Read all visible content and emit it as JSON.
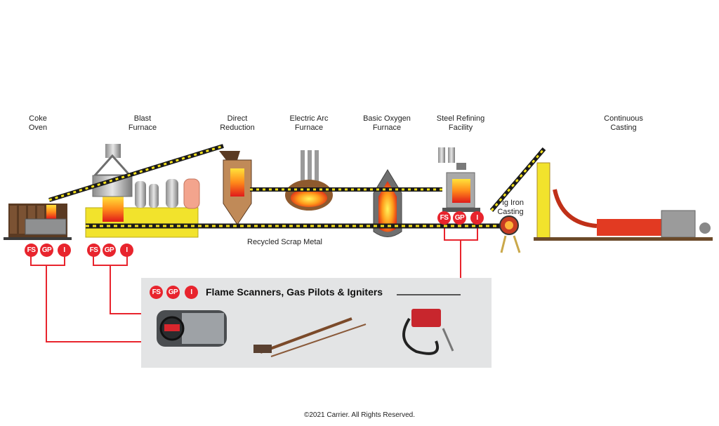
{
  "stages": [
    {
      "id": "coke-oven",
      "lines": [
        "Coke",
        "Oven"
      ]
    },
    {
      "id": "blast-furnace",
      "lines": [
        "Blast",
        "Furnace"
      ]
    },
    {
      "id": "direct-reduction",
      "lines": [
        "Direct",
        "Reduction"
      ]
    },
    {
      "id": "electric-arc-furnace",
      "lines": [
        "Electric Arc",
        "Furnace"
      ]
    },
    {
      "id": "basic-oxygen-furnace",
      "lines": [
        "Basic Oxygen",
        "Furnace"
      ]
    },
    {
      "id": "steel-refining-facility",
      "lines": [
        "Steel Refining",
        "Facility"
      ]
    },
    {
      "id": "pig-iron-casting",
      "lines": [
        "Pig Iron",
        "Casting"
      ]
    },
    {
      "id": "continuous-casting",
      "lines": [
        "Continuous",
        "Casting"
      ]
    }
  ],
  "badges": {
    "flame_scanner": "FS",
    "gas_pilot": "GP",
    "igniter": "I"
  },
  "scrap_label": "Recycled Scrap Metal",
  "panel": {
    "title": "Flame Scanners, Gas Pilots & Igniters"
  },
  "copyright": "©2021 Carrier. All Rights Reserved.",
  "colors": {
    "badge": "#e8242d",
    "conveyor": "#1a1a1a",
    "stripe": "#f5e11a",
    "equipment": "#f2e32c",
    "panel": "#e3e4e5",
    "connector": "#e8242d"
  }
}
